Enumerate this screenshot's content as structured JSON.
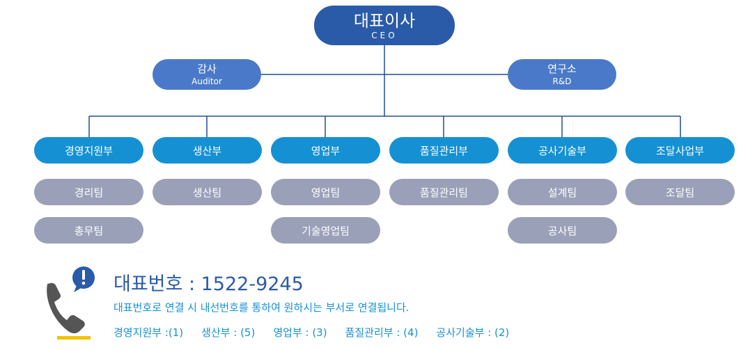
{
  "ceo": {
    "title": "대표이사",
    "subtitle": "CEO"
  },
  "advisors": [
    {
      "title": "감사",
      "subtitle": "Auditor"
    },
    {
      "title": "연구소",
      "subtitle": "R&D"
    }
  ],
  "departments": [
    {
      "label": "경영지원부",
      "teams": [
        "경리팀",
        "총무팀"
      ]
    },
    {
      "label": "생산부",
      "teams": [
        "생산팀"
      ]
    },
    {
      "label": "영업부",
      "teams": [
        "영업팀",
        "기술영업팀"
      ]
    },
    {
      "label": "품질관리부",
      "teams": [
        "품질관리팀"
      ]
    },
    {
      "label": "공사기술부",
      "teams": [
        "설계팀",
        "공사팀"
      ]
    },
    {
      "label": "조달사업부",
      "teams": [
        "조달팀"
      ]
    }
  ],
  "contact": {
    "title": "대표번호 : 1522-9245",
    "description": "대표번호로 연결 시 내선번호를 통하여 원하시는 부서로 연결됩니다.",
    "extensions": [
      "경영지원부 :(1)",
      "생산부 : (5)",
      "영업부 : (3)",
      "품질관리부 : (4)",
      "공사기술부 : (2)"
    ]
  },
  "colors": {
    "ceo": "#2a5ba8",
    "advisor": "#4a79c9",
    "department": "#1591d3",
    "team": "#9aa0b8",
    "line": "#1f4e96",
    "phone": "#555555",
    "alert": "#2a5ba8",
    "phone_underline": "#f2c200"
  },
  "icons": {
    "phone": "phone-icon",
    "alert": "alert-bubble-icon"
  }
}
